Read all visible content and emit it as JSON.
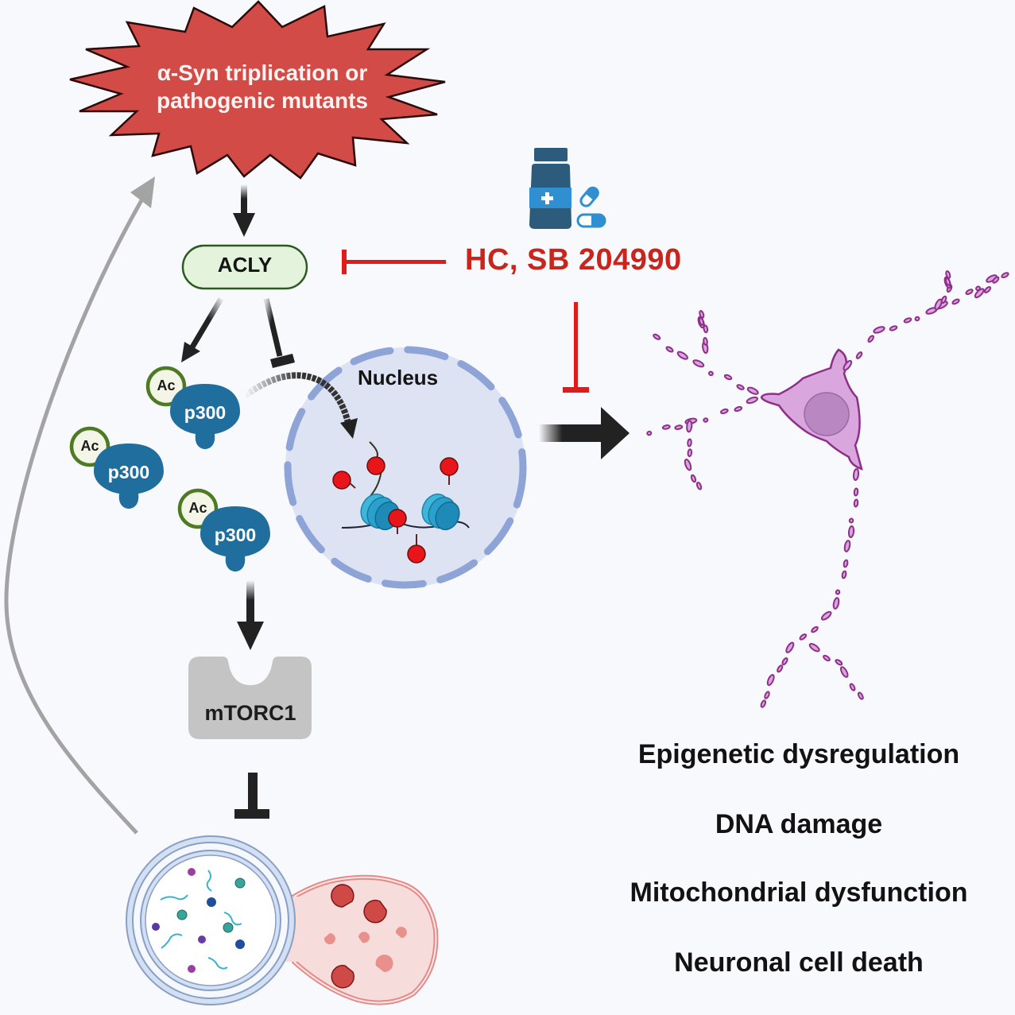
{
  "trigger": {
    "line1": "α-Syn triplication or",
    "line2": "pathogenic mutants",
    "fill_color": "#d24b47"
  },
  "acly": {
    "label": "ACLY",
    "fill_color": "#e3f3dc",
    "border_color": "#2d5a1e"
  },
  "drug": {
    "label": "HC, SB 204990",
    "color": "#c8251d",
    "icon": "medicine-bottle-and-pills-icon"
  },
  "p300_complexes": [
    {
      "ac_label": "Ac",
      "enzyme_label": "p300"
    },
    {
      "ac_label": "Ac",
      "enzyme_label": "p300"
    },
    {
      "ac_label": "Ac",
      "enzyme_label": "p300"
    }
  ],
  "nucleus": {
    "label": "Nucleus",
    "fill_color": "#dde3f3",
    "membrane_color": "#8ea3d6"
  },
  "mtorc1": {
    "label": "mTORC1",
    "fill_color": "#c4c4c4"
  },
  "outcomes": [
    "Epigenetic dysregulation",
    "DNA damage",
    "Mitochondrial dysfunction",
    "Neuronal cell death"
  ],
  "colors": {
    "p300": "#1f6e9e",
    "ac_ring": "#4d7a22",
    "inhibitor_red": "#e01b1b",
    "neuron": "#d9a6dd",
    "neuron_outline": "#8e2f8a",
    "feedback_arrow": "#a3a3a3",
    "lysosome": "#f4c9c6",
    "autophagosome": "#c6d6ef"
  }
}
